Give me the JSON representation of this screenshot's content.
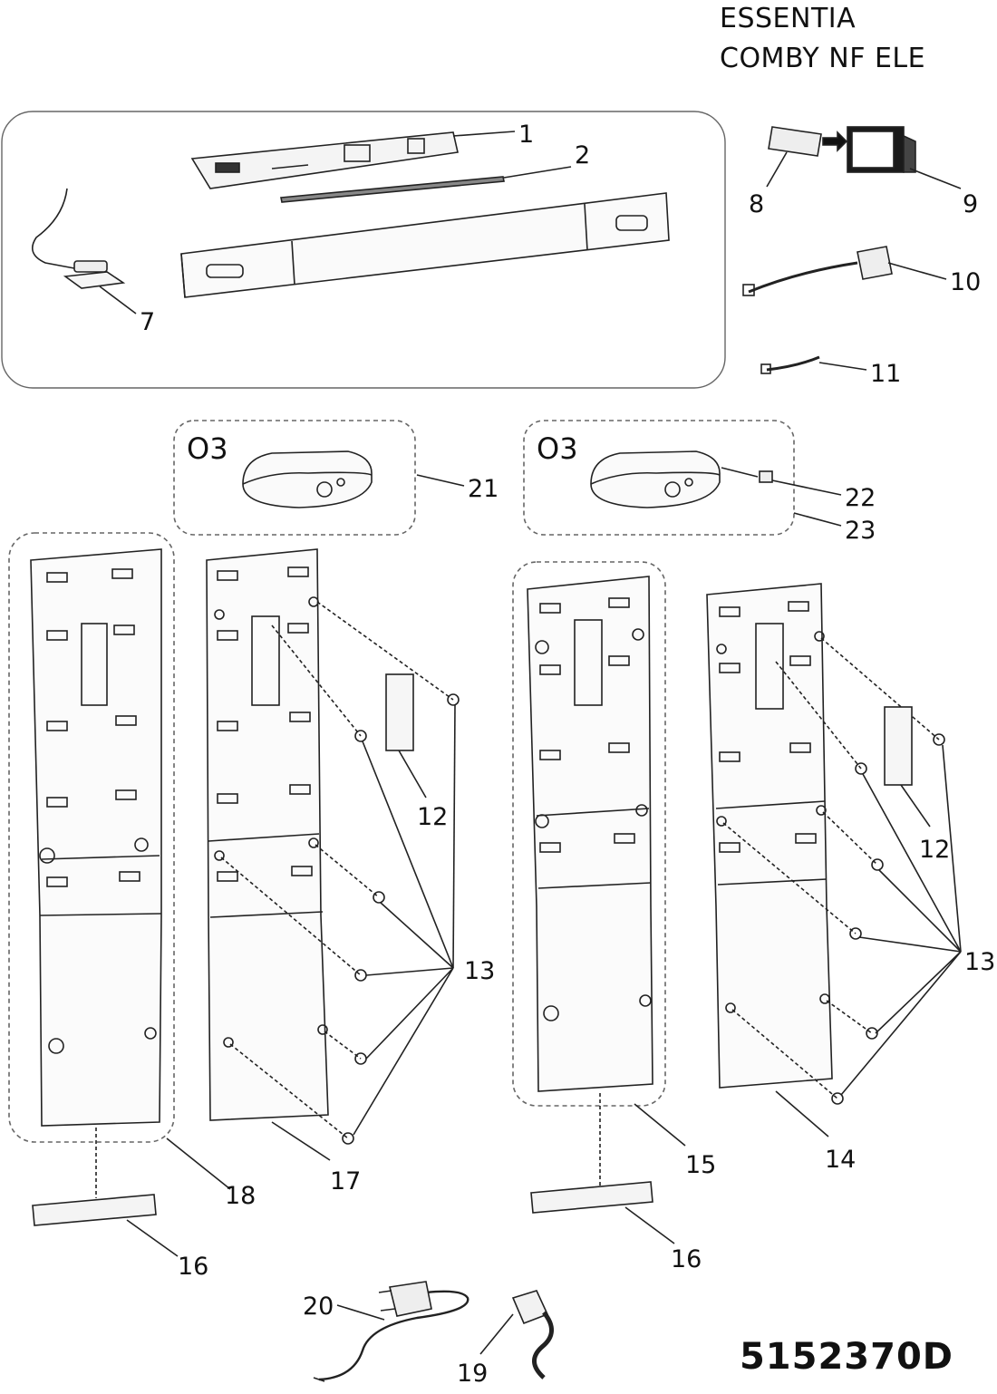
{
  "header": {
    "line1": "ESSENTIA",
    "line2": "COMBY NF ELE"
  },
  "group_labels": {
    "o3_left": "O3",
    "o3_right": "O3"
  },
  "parts": {
    "p1": "1",
    "p2": "2",
    "p7": "7",
    "p8": "8",
    "p9": "9",
    "p10": "10",
    "p11": "11",
    "p12a": "12",
    "p12b": "12",
    "p13a": "13",
    "p13b": "13",
    "p14": "14",
    "p15": "15",
    "p16a": "16",
    "p16b": "16",
    "p17": "17",
    "p18": "18",
    "p19": "19",
    "p20": "20",
    "p21": "21",
    "p22": "22",
    "p23": "23"
  },
  "document_number": "5152370D"
}
